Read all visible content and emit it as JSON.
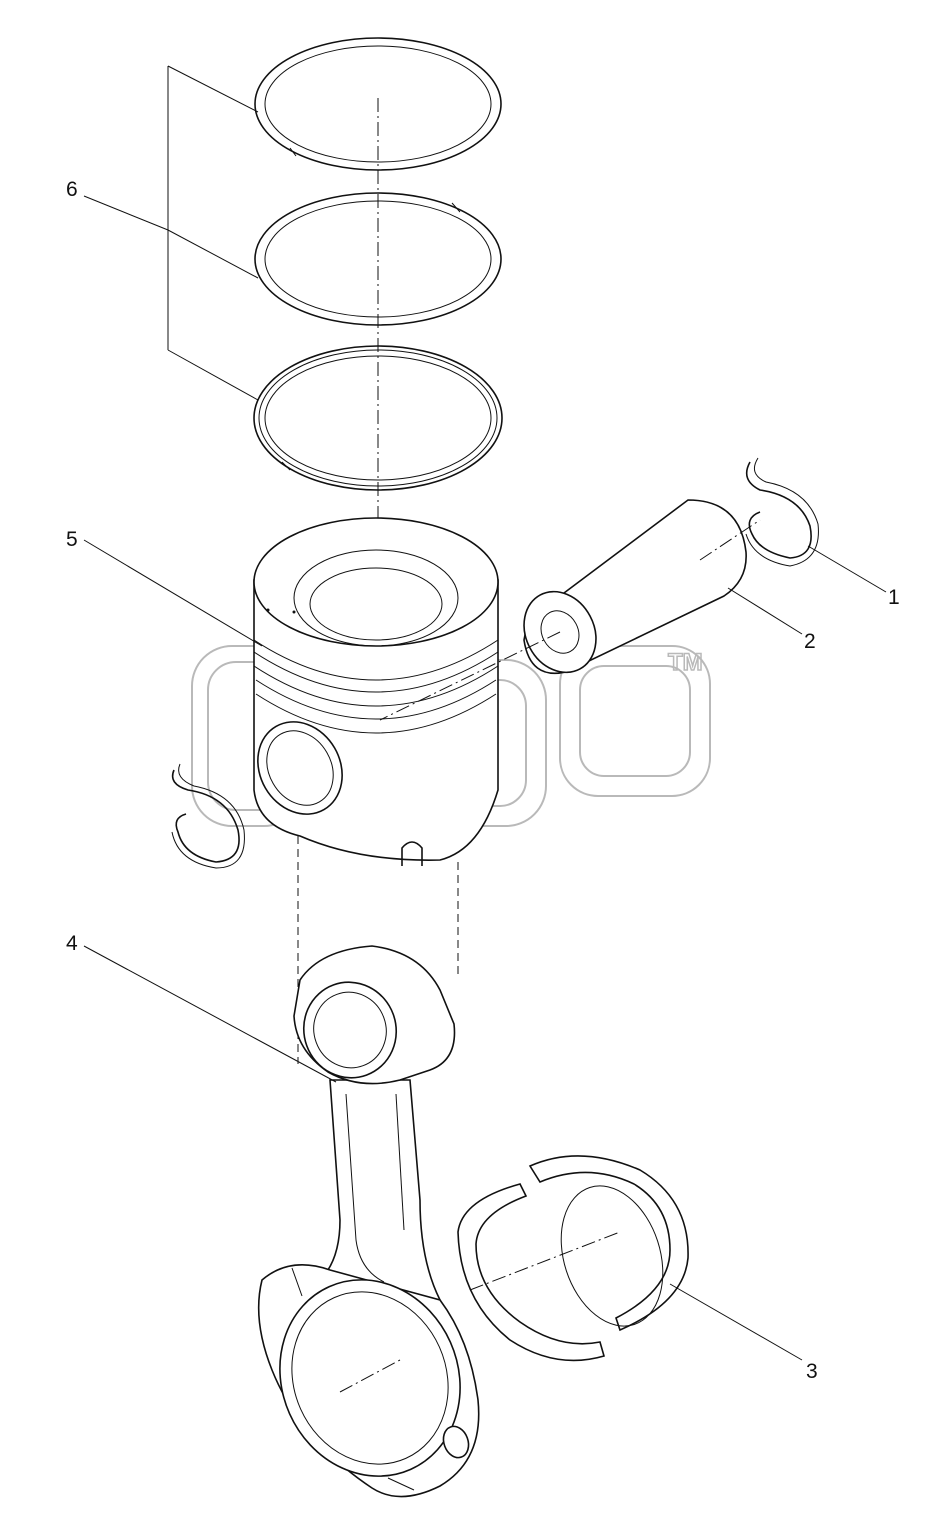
{
  "diagram": {
    "callouts": [
      {
        "id": "1",
        "label": "1",
        "part": "piston-pin-retaining-ring"
      },
      {
        "id": "2",
        "label": "2",
        "part": "piston-pin"
      },
      {
        "id": "3",
        "label": "3",
        "part": "connecting-rod-bearing"
      },
      {
        "id": "4",
        "label": "4",
        "part": "connecting-rod"
      },
      {
        "id": "5",
        "label": "5",
        "part": "piston"
      },
      {
        "id": "6",
        "label": "6",
        "part": "piston-ring-set"
      }
    ],
    "watermark": {
      "text": "ЗМЗ",
      "mark": "TM"
    },
    "line_color": "#111111",
    "watermark_color": "#b9b9b9"
  }
}
